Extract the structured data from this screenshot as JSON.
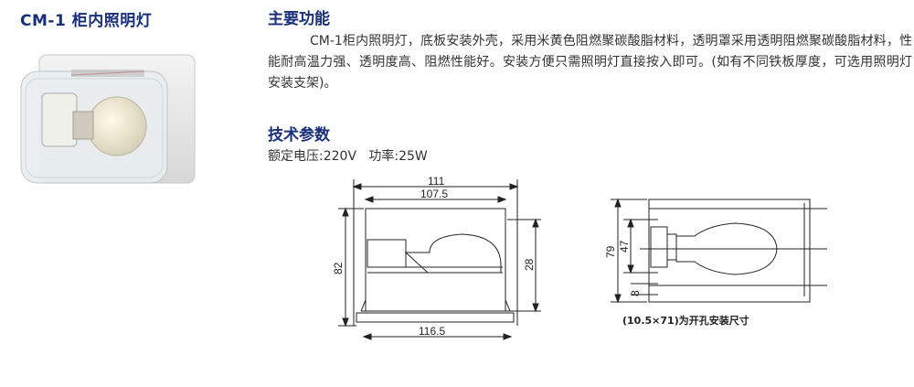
{
  "product": {
    "title": "CM-1 柜内照明灯"
  },
  "functions": {
    "heading": "主要功能",
    "text": "CM-1柜内照明灯，底板安装外壳，采用米黄色阻燃聚碳酸脂材料，透明罩采用透明阻燃聚碳酸脂材料，性能耐高温力强、透明度高、阻燃性能好。安装方便只需照明灯直接按入即可。(如有不同铁板厚度，可选用照明灯安装支架)。"
  },
  "specs": {
    "heading": "技术参数",
    "voltage_label": "额定电压:",
    "voltage_value": "220V",
    "power_label": "功率:",
    "power_value": "25W"
  },
  "front_view": {
    "dim_overall_width": "111",
    "dim_inner_width": "107.5",
    "dim_base_width": "116.5",
    "dim_height": "82",
    "dim_depth": "28"
  },
  "side_view": {
    "dim_height": "79",
    "dim_mid": "47",
    "dim_small": "8",
    "caption": "(10.5×71)为开孔安装尺寸"
  }
}
